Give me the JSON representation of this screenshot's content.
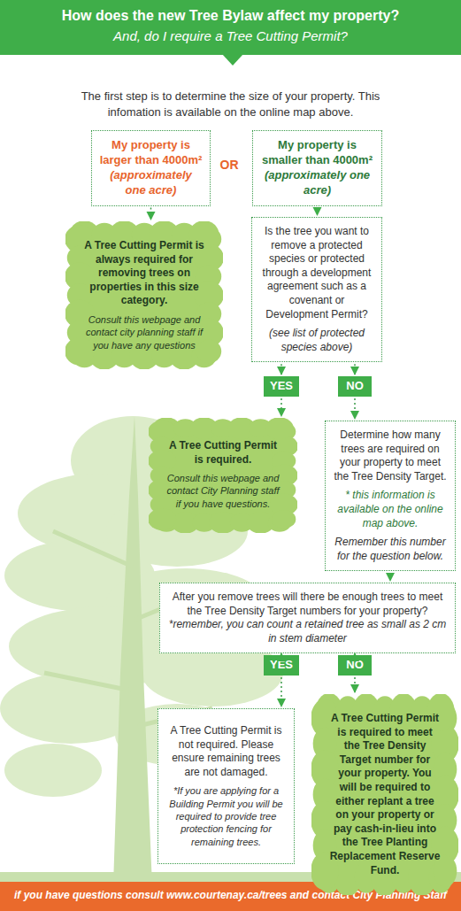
{
  "diagram": {
    "title": "How does the new Tree Bylaw affect my property?",
    "nodes": [
      {
        "text": [
          "My property is larger than 4000m²",
          "(approximately one acre)"
        ]
      },
      {
        "text": [
          "My property is smaller than 4000m²",
          "(approximately one acre)"
        ]
      },
      {
        "text": [
          "A Tree Cutting Permit is always required for removing trees on properties in this size category.",
          "Consult this webpage and contact city planning staff if you have any questions"
        ]
      },
      {
        "text": [
          "Is the tree you want to remove a protected species or protected through a development agreement such as a covenant or Development Permit?",
          "(see list of protected species above)"
        ]
      },
      {
        "text": [
          "YES"
        ]
      },
      {
        "text": [
          "NO"
        ]
      },
      {
        "text": [
          "A Tree Cutting Permit is required.",
          "Consult this webpage and contact City Planning staff if you have questions."
        ]
      },
      {
        "text": [
          "Determine how many trees are required on your property to meet the Tree Density Target.",
          "* this information is available on the online map above.",
          "Remember this number for the question below."
        ]
      },
      {
        "text": [
          "After you remove trees will there be enough trees to meet the Tree Density Target numbers for your property?",
          "*remember, you can count a retained tree as small as 2 cm in stem diameter"
        ]
      },
      {
        "text": [
          "YES"
        ]
      },
      {
        "text": [
          "NO"
        ]
      },
      {
        "text": [
          "A Tree Cutting Permit is not required. Please ensure remaining trees are not damaged.",
          "*If you are applying for a Building Permit you will be required to provide tree protection fencing for remaining trees."
        ]
      },
      {
        "text": [
          "A Tree Cutting Permit is required to meet the Tree Density Target number for your property. You will be required to either replant a tree on your property or pay cash-in-lieu into the Tree Planting Replacement Reserve Fund."
        ]
      }
    ],
    "edges": [
      {
        "from": 0,
        "to": 2,
        "arrow": "to"
      },
      {
        "from": 1,
        "to": 3,
        "arrow": "to"
      },
      {
        "from": 3,
        "to": 4,
        "arrow": "to"
      },
      {
        "from": 3,
        "to": 5,
        "arrow": "to"
      },
      {
        "from": 4,
        "to": 6,
        "arrow": "to"
      },
      {
        "from": 5,
        "to": 7,
        "arrow": "to"
      },
      {
        "from": 7,
        "to": 8,
        "arrow": "to"
      },
      {
        "from": 8,
        "to": 9,
        "arrow": "to"
      },
      {
        "from": 8,
        "to": 10,
        "arrow": "to"
      },
      {
        "from": 9,
        "to": 11,
        "arrow": "to"
      },
      {
        "from": 10,
        "to": 12,
        "arrow": "to"
      }
    ],
    "labels": [
      "And, do I require a Tree Cutting Permit?",
      "The first step is to determine the size of your property. This infomation is available on the online map above.",
      "OR",
      "if you have questions consult www.courtenay.ca/trees and contact City Planning Staff"
    ]
  }
}
